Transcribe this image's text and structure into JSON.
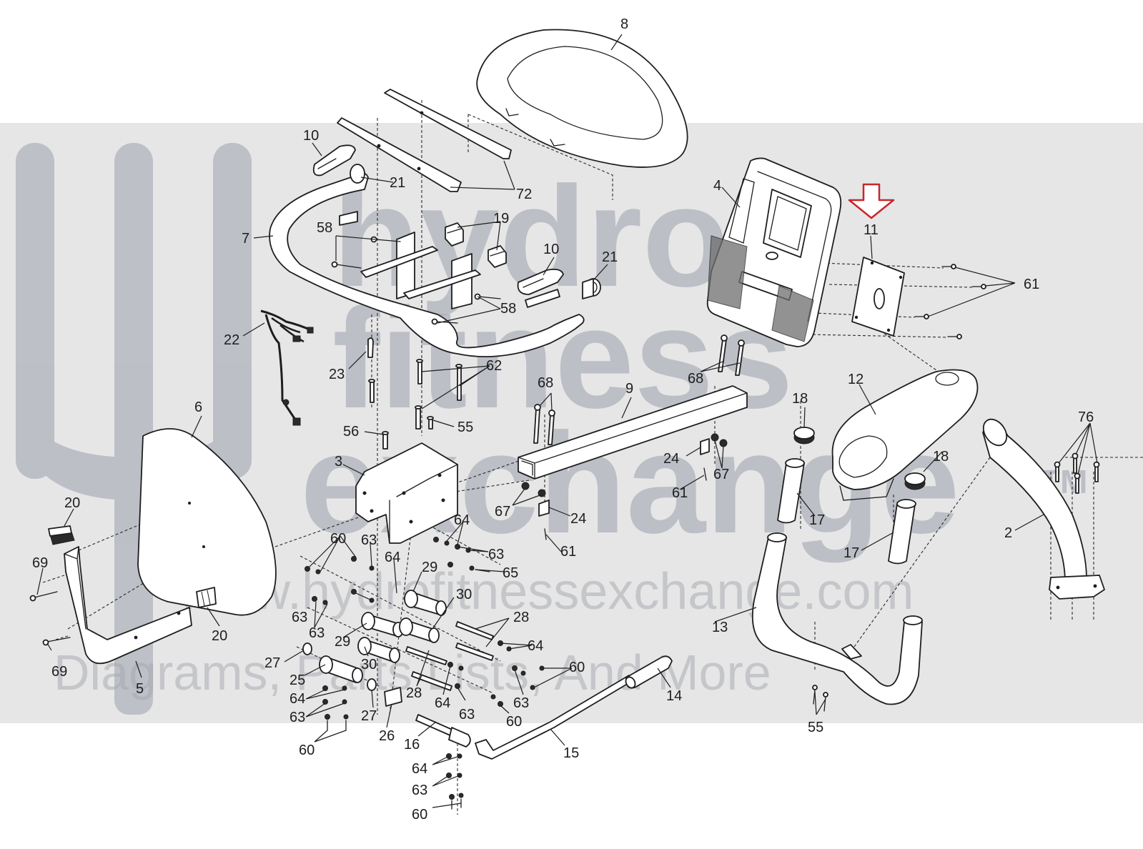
{
  "watermark": {
    "brand_line1": "hydro",
    "brand_line2": "fitness",
    "brand_line3": "exchange",
    "trademark": "TM",
    "url": "www.hydrofitnessexchange.com",
    "tagline": "Diagrams, Parts Lists, And More",
    "band_color": "#e6e6e6",
    "logo_color": "#9aa0ac"
  },
  "highlight": {
    "target_part": "11",
    "arrow_color": "#c8262b"
  },
  "callouts": [
    {
      "id": "c8",
      "text": "8"
    },
    {
      "id": "c10a",
      "text": "10"
    },
    {
      "id": "c21a",
      "text": "21"
    },
    {
      "id": "c72",
      "text": "72"
    },
    {
      "id": "c7",
      "text": "7"
    },
    {
      "id": "c58a",
      "text": "58"
    },
    {
      "id": "c19",
      "text": "19"
    },
    {
      "id": "c10b",
      "text": "10"
    },
    {
      "id": "c21b",
      "text": "21"
    },
    {
      "id": "c58b",
      "text": "58"
    },
    {
      "id": "c22",
      "text": "22"
    },
    {
      "id": "c23",
      "text": "23"
    },
    {
      "id": "c62",
      "text": "62"
    },
    {
      "id": "c4",
      "text": "4"
    },
    {
      "id": "c11",
      "text": "11"
    },
    {
      "id": "c61a",
      "text": "61"
    },
    {
      "id": "c68a",
      "text": "68"
    },
    {
      "id": "c9",
      "text": "9"
    },
    {
      "id": "c68b",
      "text": "68"
    },
    {
      "id": "c12",
      "text": "12"
    },
    {
      "id": "c18a",
      "text": "18"
    },
    {
      "id": "c76",
      "text": "76"
    },
    {
      "id": "c6",
      "text": "6"
    },
    {
      "id": "c56",
      "text": "56"
    },
    {
      "id": "c55a",
      "text": "55"
    },
    {
      "id": "c3",
      "text": "3"
    },
    {
      "id": "c24a",
      "text": "24"
    },
    {
      "id": "c67a",
      "text": "67"
    },
    {
      "id": "c61b",
      "text": "61"
    },
    {
      "id": "c18b",
      "text": "18"
    },
    {
      "id": "c67b",
      "text": "67"
    },
    {
      "id": "c24b",
      "text": "24"
    },
    {
      "id": "c61c",
      "text": "61"
    },
    {
      "id": "c17a",
      "text": "17"
    },
    {
      "id": "c2",
      "text": "2"
    },
    {
      "id": "c17b",
      "text": "17"
    },
    {
      "id": "c20a",
      "text": "20"
    },
    {
      "id": "c69a",
      "text": "69"
    },
    {
      "id": "c60a",
      "text": "60"
    },
    {
      "id": "c63a",
      "text": "63"
    },
    {
      "id": "c64a",
      "text": "64"
    },
    {
      "id": "c63b",
      "text": "63"
    },
    {
      "id": "c63c",
      "text": "63"
    },
    {
      "id": "c65",
      "text": "65"
    },
    {
      "id": "c29a",
      "text": "29"
    },
    {
      "id": "c30a",
      "text": "30"
    },
    {
      "id": "c64b",
      "text": "64"
    },
    {
      "id": "c63d",
      "text": "63"
    },
    {
      "id": "c20b",
      "text": "20"
    },
    {
      "id": "c29b",
      "text": "29"
    },
    {
      "id": "c28a",
      "text": "28"
    },
    {
      "id": "c13",
      "text": "13"
    },
    {
      "id": "c69b",
      "text": "69"
    },
    {
      "id": "c27a",
      "text": "27"
    },
    {
      "id": "c30b",
      "text": "30"
    },
    {
      "id": "c64c",
      "text": "64"
    },
    {
      "id": "c60b",
      "text": "60"
    },
    {
      "id": "c5",
      "text": "5"
    },
    {
      "id": "c25",
      "text": "25"
    },
    {
      "id": "c28b",
      "text": "28"
    },
    {
      "id": "c64d",
      "text": "64"
    },
    {
      "id": "c63e",
      "text": "63"
    },
    {
      "id": "c14",
      "text": "14"
    },
    {
      "id": "c64e",
      "text": "64"
    },
    {
      "id": "c27b",
      "text": "27"
    },
    {
      "id": "c63f",
      "text": "63"
    },
    {
      "id": "c60c",
      "text": "60"
    },
    {
      "id": "c55b",
      "text": "55"
    },
    {
      "id": "c63g",
      "text": "63"
    },
    {
      "id": "c26",
      "text": "26"
    },
    {
      "id": "c60d",
      "text": "60"
    },
    {
      "id": "c16",
      "text": "16"
    },
    {
      "id": "c15",
      "text": "15"
    },
    {
      "id": "c64f",
      "text": "64"
    },
    {
      "id": "c63h",
      "text": "63"
    },
    {
      "id": "c60e",
      "text": "60"
    }
  ]
}
